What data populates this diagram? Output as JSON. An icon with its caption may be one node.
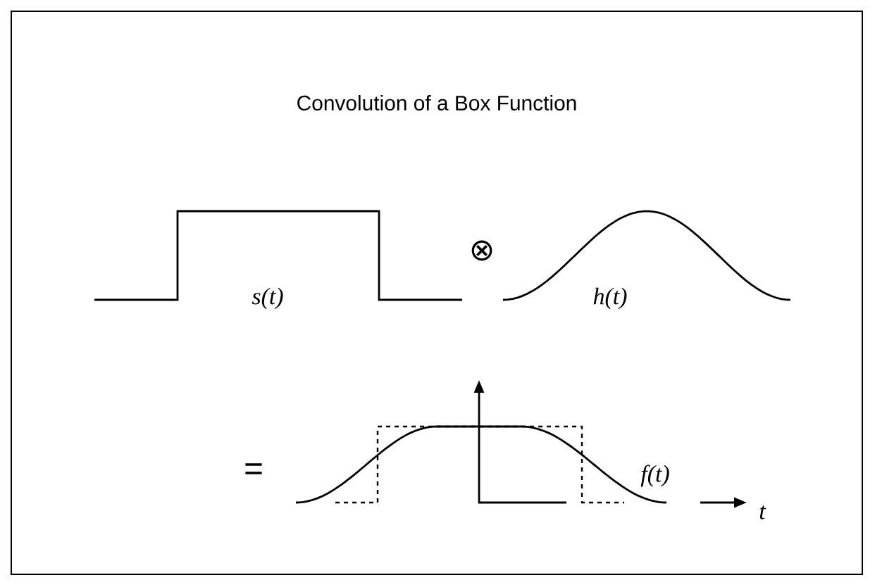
{
  "diagram": {
    "title": "Convolution of a Box Function",
    "labels": [
      "s(t)",
      "⊗",
      "h(t)",
      "=",
      "f(t)",
      "t"
    ]
  }
}
